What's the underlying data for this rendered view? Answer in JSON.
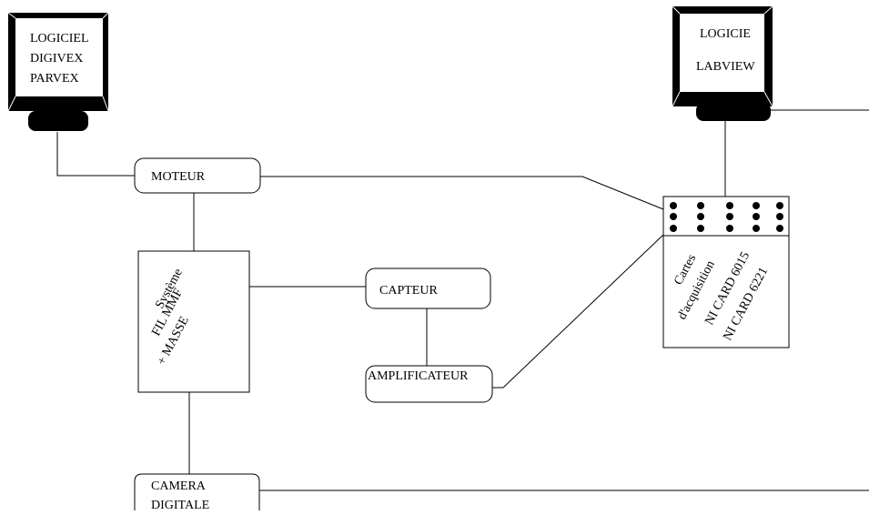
{
  "monitor_left": {
    "lines": [
      "LOGICIEL",
      "DIGIVEX",
      "PARVEX"
    ]
  },
  "monitor_right": {
    "lines": [
      "LOGICIE",
      "LABVIEW"
    ]
  },
  "moteur": {
    "label": "MOTEUR"
  },
  "systeme": {
    "lines": [
      "Système",
      "FIL MMF",
      "+ MASSE"
    ]
  },
  "capteur": {
    "label": "CAPTEUR"
  },
  "amplificateur": {
    "label": "AMPLIFICATEUR"
  },
  "camera": {
    "lines": [
      "CAMERA",
      "DIGITALE"
    ]
  },
  "acquisition": {
    "lines": [
      "Cartes",
      "d'acquisition",
      "NI CARD 6015",
      "NI CARD 6221"
    ]
  },
  "colors": {
    "stroke": "#000000",
    "background": "#ffffff"
  }
}
